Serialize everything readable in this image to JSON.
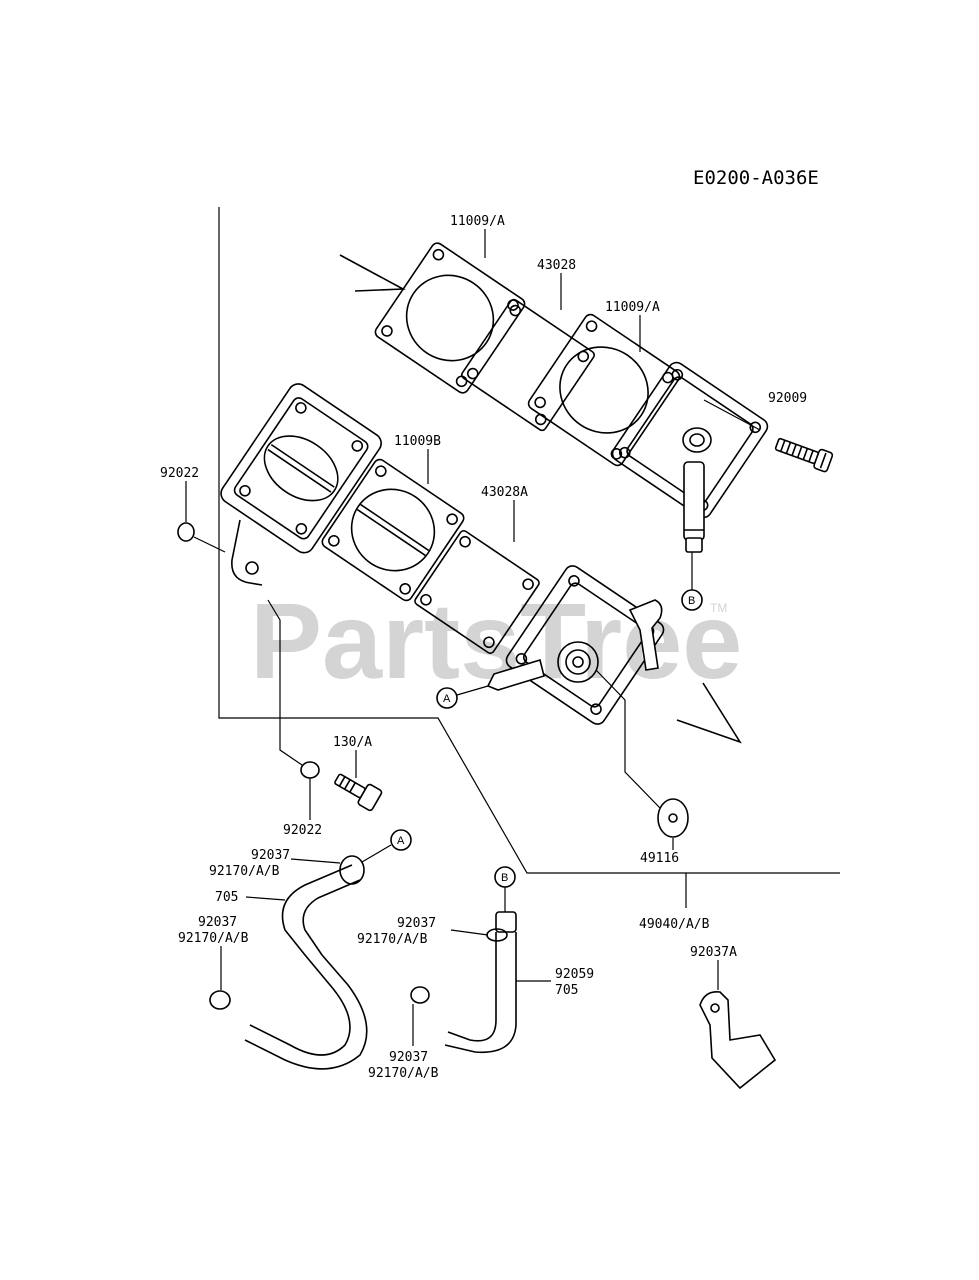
{
  "diagram_code": "E0200-A036E",
  "watermark": {
    "text": "PartsTree",
    "trademark": "TM"
  },
  "callout_tags": {
    "a": "A",
    "b": "B"
  },
  "labels": {
    "gasket_top": "11009/A",
    "plate_43028": "43028",
    "gasket_mid": "11009/A",
    "screw": "92009",
    "gasket_b": "11009B",
    "plate_43028a": "43028A",
    "washer_left": "92022",
    "bolt": "130/A",
    "washer_bottom": "92022",
    "diaphragm": "49116",
    "pump_assy": "49040/A/B",
    "clamp_a_1": "92037",
    "clamp_a_2": "92170/A/B",
    "hose_a": "705",
    "clamp_lower_1": "92037",
    "clamp_lower_2": "92170/A/B",
    "clamp_b_1": "92037",
    "clamp_b_2": "92170/A/B",
    "hose_b_1": "92059",
    "hose_b_2": "705",
    "clamp_mid_1": "92037",
    "clamp_mid_2": "92170/A/B",
    "bracket": "92037A"
  }
}
